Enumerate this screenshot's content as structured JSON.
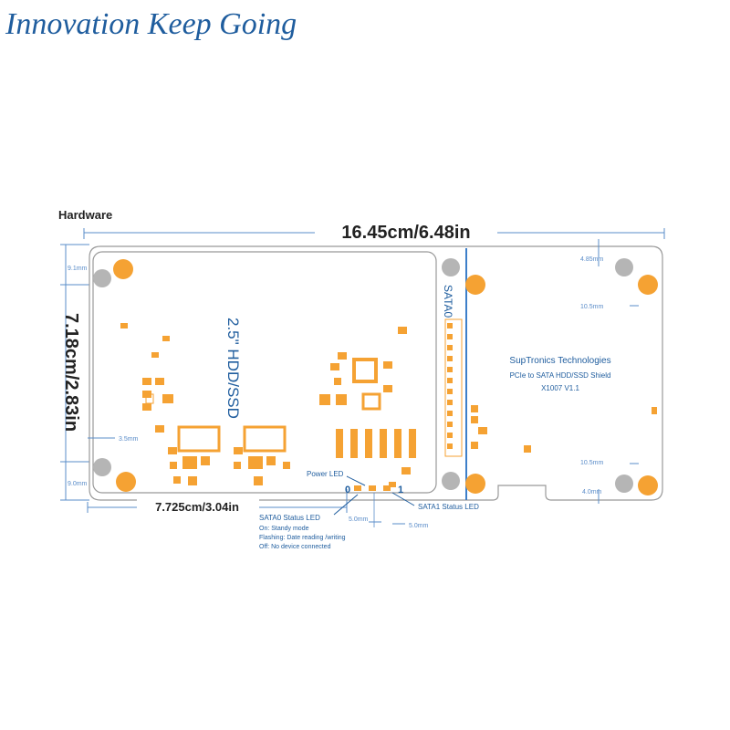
{
  "tagline": "Innovation Keep Going",
  "diagram": {
    "section_title": "Hardware",
    "width_label": "16.45cm/6.48in",
    "height_label": "7.18cm/2.83in",
    "left_width_label": "7.725cm/3.04in",
    "dims": {
      "top_left_margin": "9.1mm",
      "bottom_left_margin": "9.0mm",
      "hole_offset_left": "3.5mm",
      "top_right_margin": "4.85mm",
      "right_hole_offset_top": "10.5mm",
      "right_hole_offset_bottom": "10.5mm",
      "bottom_right_margin": "4.0mm",
      "led_gap_1": "5.0mm",
      "led_gap_2": "5.0mm"
    },
    "board_text": {
      "drive_label": "2.5\" HDD/SSD",
      "port_label": "SATA0",
      "company": "SupTronics Technologies",
      "product": "PCIe to SATA HDD/SSD Shield",
      "model": "X1007  V1.1"
    },
    "leds": {
      "power": "Power LED",
      "sata1": "SATA1 Status LED",
      "sata0": "SATA0 Status LED",
      "index_0": "0",
      "index_1": "1",
      "legend": [
        "On: Standy mode",
        "Flashing: Date reading /writing",
        "Off: No device connected"
      ]
    },
    "colors": {
      "accent_blue": "#1f5d9e",
      "board_outline": "#999999",
      "dim_line": "#5a8cc9",
      "pad_orange": "#f5a233",
      "hole_gray": "#b5b5b5",
      "divider": "#3d7fc9"
    }
  }
}
